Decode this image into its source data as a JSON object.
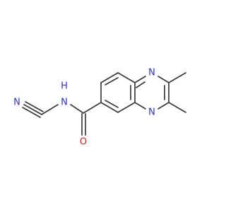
{
  "molecule": {
    "atoms": {
      "nitrile_n": {
        "text": "N",
        "color": "#2f2fd6"
      },
      "amide_n": {
        "text": "N",
        "color": "#2f2fd6"
      },
      "amide_h": {
        "text": "H",
        "color": "#2f2fd6"
      },
      "carbonyl_o": {
        "text": "O",
        "color": "#e02020"
      },
      "ring_n_top": {
        "text": "N",
        "color": "#2f2fd6"
      },
      "ring_n_bottom": {
        "text": "N",
        "color": "#2f2fd6"
      }
    },
    "bond_color": "#3a3a3a"
  }
}
